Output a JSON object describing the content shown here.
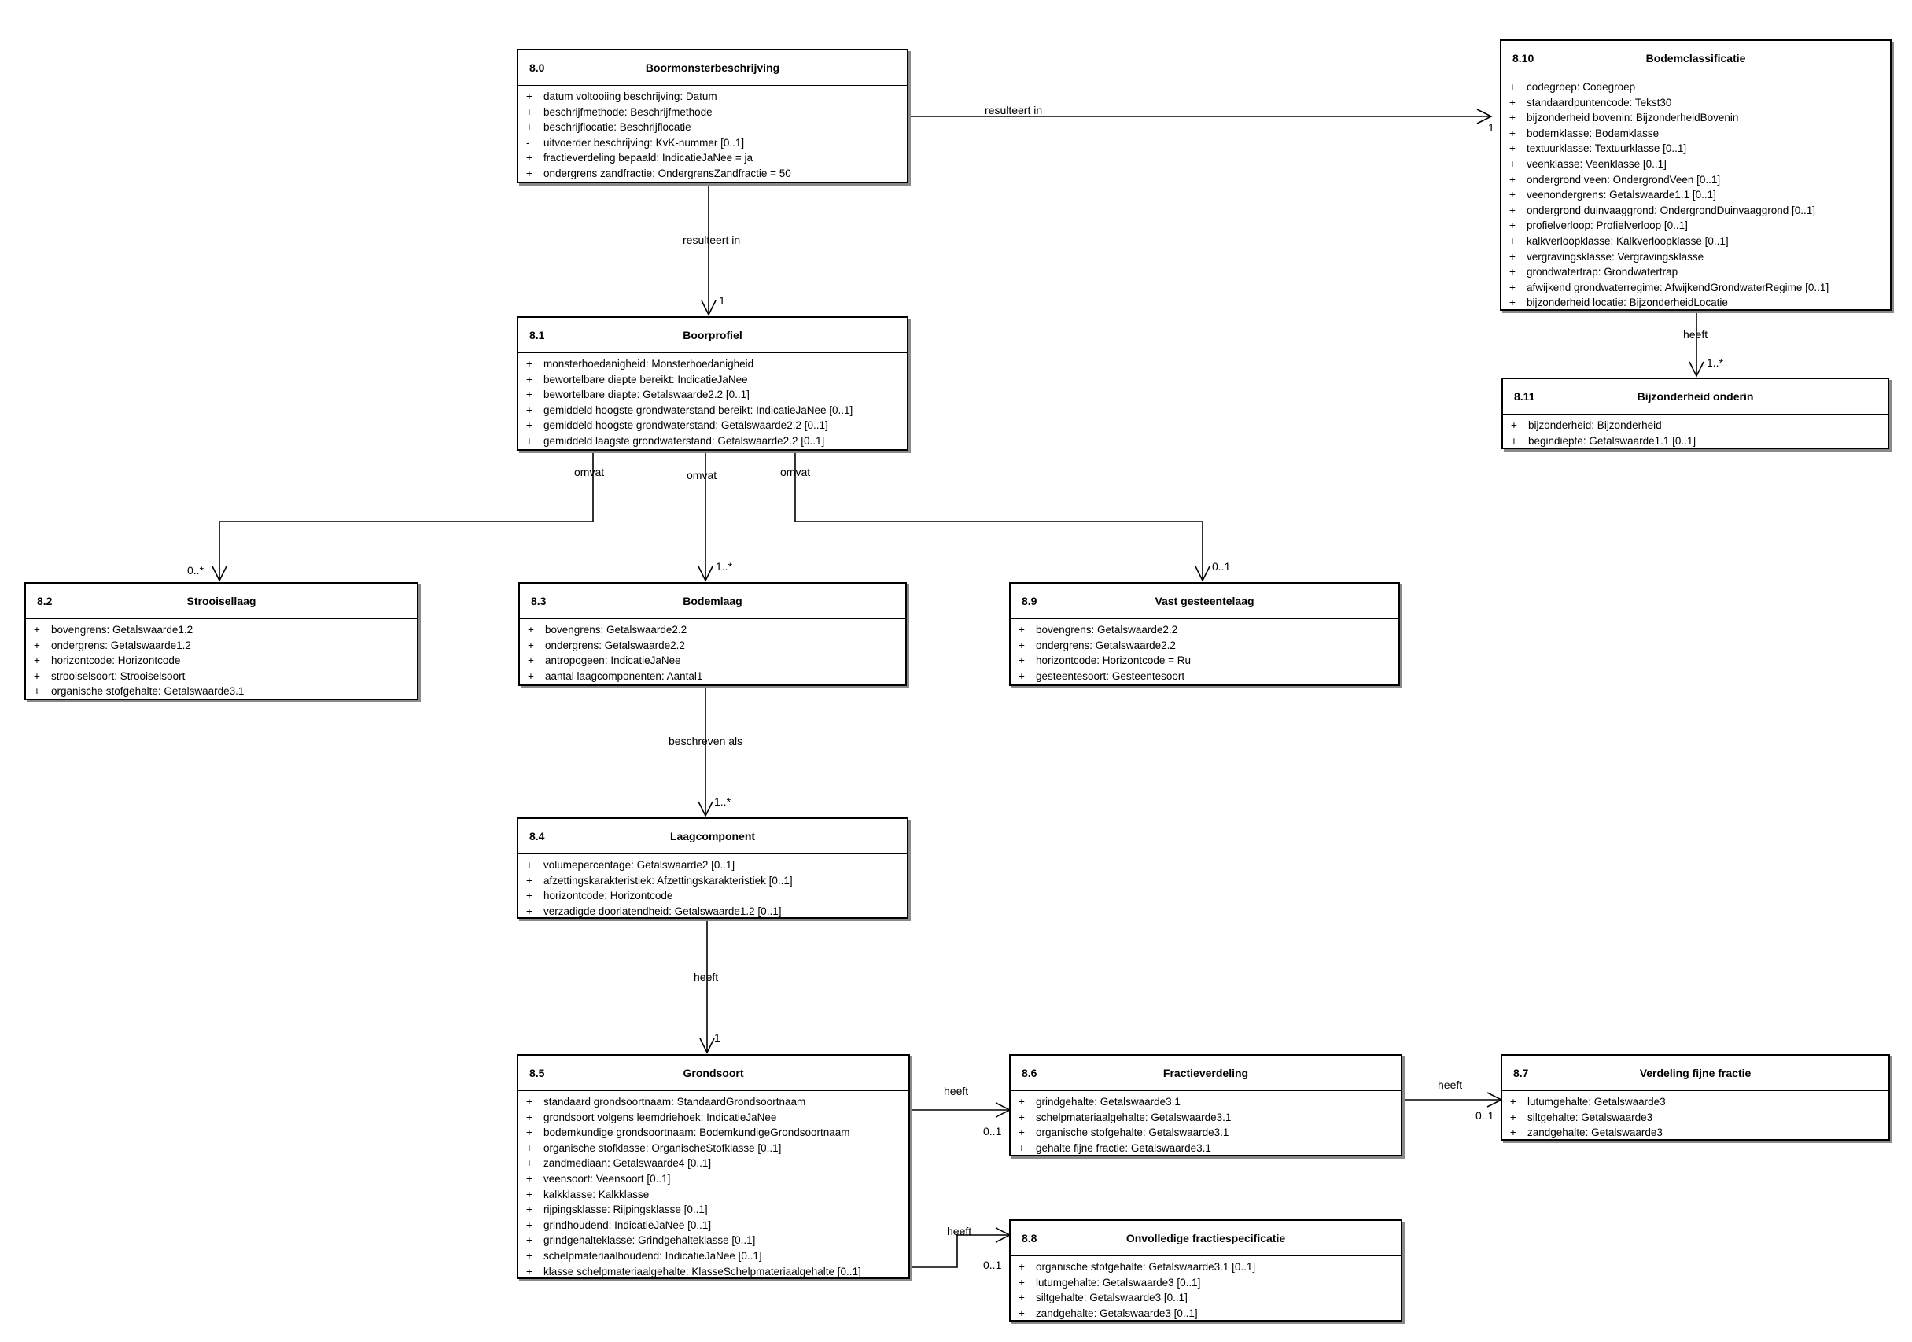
{
  "classes": {
    "c80": {
      "number": "8.0",
      "name": "Boormonsterbeschrijving",
      "attributes": [
        {
          "vis": "+",
          "text": "datum voltooiing beschrijving: Datum"
        },
        {
          "vis": "+",
          "text": "beschrijfmethode: Beschrijfmethode"
        },
        {
          "vis": "+",
          "text": "beschrijflocatie: Beschrijflocatie"
        },
        {
          "vis": "-",
          "text": "uitvoerder beschrijving: KvK-nummer [0..1]"
        },
        {
          "vis": "+",
          "text": "fractieverdeling bepaald: IndicatieJaNee = ja"
        },
        {
          "vis": "+",
          "text": "ondergrens zandfractie: OndergrensZandfractie = 50"
        }
      ]
    },
    "c81": {
      "number": "8.1",
      "name": "Boorprofiel",
      "attributes": [
        {
          "vis": "+",
          "text": "monsterhoedanigheid: Monsterhoedanigheid"
        },
        {
          "vis": "+",
          "text": "bewortelbare diepte bereikt: IndicatieJaNee"
        },
        {
          "vis": "+",
          "text": "bewortelbare diepte: Getalswaarde2.2 [0..1]"
        },
        {
          "vis": "+",
          "text": "gemiddeld hoogste grondwaterstand bereikt: IndicatieJaNee [0..1]"
        },
        {
          "vis": "+",
          "text": "gemiddeld hoogste grondwaterstand: Getalswaarde2.2 [0..1]"
        },
        {
          "vis": "+",
          "text": "gemiddeld laagste grondwaterstand: Getalswaarde2.2 [0..1]"
        }
      ]
    },
    "c82": {
      "number": "8.2",
      "name": "Strooisellaag",
      "attributes": [
        {
          "vis": "+",
          "text": "bovengrens: Getalswaarde1.2"
        },
        {
          "vis": "+",
          "text": "ondergrens: Getalswaarde1.2"
        },
        {
          "vis": "+",
          "text": "horizontcode: Horizontcode"
        },
        {
          "vis": "+",
          "text": "strooiselsoort: Strooiselsoort"
        },
        {
          "vis": "+",
          "text": "organische stofgehalte: Getalswaarde3.1"
        }
      ]
    },
    "c83": {
      "number": "8.3",
      "name": "Bodemlaag",
      "attributes": [
        {
          "vis": "+",
          "text": "bovengrens: Getalswaarde2.2"
        },
        {
          "vis": "+",
          "text": "ondergrens: Getalswaarde2.2"
        },
        {
          "vis": "+",
          "text": "antropogeen: IndicatieJaNee"
        },
        {
          "vis": "+",
          "text": "aantal laagcomponenten: Aantal1"
        }
      ]
    },
    "c89": {
      "number": "8.9",
      "name": "Vast gesteentelaag",
      "attributes": [
        {
          "vis": "+",
          "text": "bovengrens: Getalswaarde2.2"
        },
        {
          "vis": "+",
          "text": "ondergrens: Getalswaarde2.2"
        },
        {
          "vis": "+",
          "text": "horizontcode: Horizontcode = Ru"
        },
        {
          "vis": "+",
          "text": "gesteentesoort: Gesteentesoort"
        }
      ]
    },
    "c84": {
      "number": "8.4",
      "name": "Laagcomponent",
      "attributes": [
        {
          "vis": "+",
          "text": "volumepercentage: Getalswaarde2 [0..1]"
        },
        {
          "vis": "+",
          "text": "afzettingskarakteristiek: Afzettingskarakteristiek [0..1]"
        },
        {
          "vis": "+",
          "text": "horizontcode: Horizontcode"
        },
        {
          "vis": "+",
          "text": "verzadigde doorlatendheid: Getalswaarde1.2 [0..1]"
        }
      ]
    },
    "c85": {
      "number": "8.5",
      "name": "Grondsoort",
      "attributes": [
        {
          "vis": "+",
          "text": "standaard grondsoortnaam: StandaardGrondsoortnaam"
        },
        {
          "vis": "+",
          "text": "grondsoort volgens leemdriehoek: IndicatieJaNee"
        },
        {
          "vis": "+",
          "text": "bodemkundige grondsoortnaam: BodemkundigeGrondsoortnaam"
        },
        {
          "vis": "+",
          "text": "organische stofklasse: OrganischeStofklasse [0..1]"
        },
        {
          "vis": "+",
          "text": "zandmediaan: Getalswaarde4 [0..1]"
        },
        {
          "vis": "+",
          "text": "veensoort: Veensoort [0..1]"
        },
        {
          "vis": "+",
          "text": "kalkklasse: Kalkklasse"
        },
        {
          "vis": "+",
          "text": "rijpingsklasse: Rijpingsklasse [0..1]"
        },
        {
          "vis": "+",
          "text": "grindhoudend: IndicatieJaNee [0..1]"
        },
        {
          "vis": "+",
          "text": "grindgehalteklasse: Grindgehalteklasse [0..1]"
        },
        {
          "vis": "+",
          "text": "schelpmateriaalhoudend: IndicatieJaNee [0..1]"
        },
        {
          "vis": "+",
          "text": "klasse schelpmateriaalgehalte: KlasseSchelpmateriaalgehalte [0..1]"
        }
      ]
    },
    "c86": {
      "number": "8.6",
      "name": "Fractieverdeling",
      "attributes": [
        {
          "vis": "+",
          "text": "grindgehalte: Getalswaarde3.1"
        },
        {
          "vis": "+",
          "text": "schelpmateriaalgehalte: Getalswaarde3.1"
        },
        {
          "vis": "+",
          "text": "organische stofgehalte: Getalswaarde3.1"
        },
        {
          "vis": "+",
          "text": "gehalte fijne fractie: Getalswaarde3.1"
        }
      ]
    },
    "c87": {
      "number": "8.7",
      "name": "Verdeling fijne fractie",
      "attributes": [
        {
          "vis": "+",
          "text": "lutumgehalte: Getalswaarde3"
        },
        {
          "vis": "+",
          "text": "siltgehalte: Getalswaarde3"
        },
        {
          "vis": "+",
          "text": "zandgehalte: Getalswaarde3"
        }
      ]
    },
    "c88": {
      "number": "8.8",
      "name": "Onvolledige fractiespecificatie",
      "attributes": [
        {
          "vis": "+",
          "text": "organische stofgehalte: Getalswaarde3.1 [0..1]"
        },
        {
          "vis": "+",
          "text": "lutumgehalte: Getalswaarde3 [0..1]"
        },
        {
          "vis": "+",
          "text": "siltgehalte: Getalswaarde3 [0..1]"
        },
        {
          "vis": "+",
          "text": "zandgehalte: Getalswaarde3 [0..1]"
        }
      ]
    },
    "c810": {
      "number": "8.10",
      "name": "Bodemclassificatie",
      "attributes": [
        {
          "vis": "+",
          "text": "codegroep: Codegroep"
        },
        {
          "vis": "+",
          "text": "standaardpuntencode: Tekst30"
        },
        {
          "vis": "+",
          "text": "bijzonderheid bovenin: BijzonderheidBovenin"
        },
        {
          "vis": "+",
          "text": "bodemklasse: Bodemklasse"
        },
        {
          "vis": "+",
          "text": "textuurklasse: Textuurklasse [0..1]"
        },
        {
          "vis": "+",
          "text": "veenklasse: Veenklasse [0..1]"
        },
        {
          "vis": "+",
          "text": "ondergrond veen: OndergrondVeen [0..1]"
        },
        {
          "vis": "+",
          "text": "veenondergrens: Getalswaarde1.1 [0..1]"
        },
        {
          "vis": "+",
          "text": "ondergrond duinvaaggrond: OndergrondDuinvaaggrond [0..1]"
        },
        {
          "vis": "+",
          "text": "profielverloop: Profielverloop [0..1]"
        },
        {
          "vis": "+",
          "text": "kalkverloopklasse: Kalkverloopklasse [0..1]"
        },
        {
          "vis": "+",
          "text": "vergravingsklasse: Vergravingsklasse"
        },
        {
          "vis": "+",
          "text": "grondwatertrap: Grondwatertrap"
        },
        {
          "vis": "+",
          "text": "afwijkend grondwaterregime: AfwijkendGrondwaterRegime [0..1]"
        },
        {
          "vis": "+",
          "text": "bijzonderheid locatie: BijzonderheidLocatie"
        }
      ]
    },
    "c811": {
      "number": "8.11",
      "name": "Bijzonderheid onderin",
      "attributes": [
        {
          "vis": "+",
          "text": "bijzonderheid: Bijzonderheid"
        },
        {
          "vis": "+",
          "text": "begindiepte: Getalswaarde1.1 [0..1]"
        }
      ]
    }
  },
  "associations": {
    "a80_810": {
      "label": "resulteert in",
      "multiplicity": "1"
    },
    "a80_81": {
      "label": "resulteert in",
      "multiplicity": "1"
    },
    "a81_82": {
      "label": "omvat",
      "multiplicity": "0..*"
    },
    "a81_83": {
      "label": "omvat",
      "multiplicity": "1..*"
    },
    "a81_89": {
      "label": "omvat",
      "multiplicity": "0..1"
    },
    "a83_84": {
      "label": "beschreven als",
      "multiplicity": "1..*"
    },
    "a84_85": {
      "label": "heeft",
      "multiplicity": "1"
    },
    "a85_86": {
      "label": "heeft",
      "multiplicity": "0..1"
    },
    "a85_88": {
      "label": "heeft",
      "multiplicity": "0..1"
    },
    "a86_87": {
      "label": "heeft",
      "multiplicity": "0..1"
    },
    "a810_811": {
      "label": "heeft",
      "multiplicity": "1..*"
    }
  }
}
